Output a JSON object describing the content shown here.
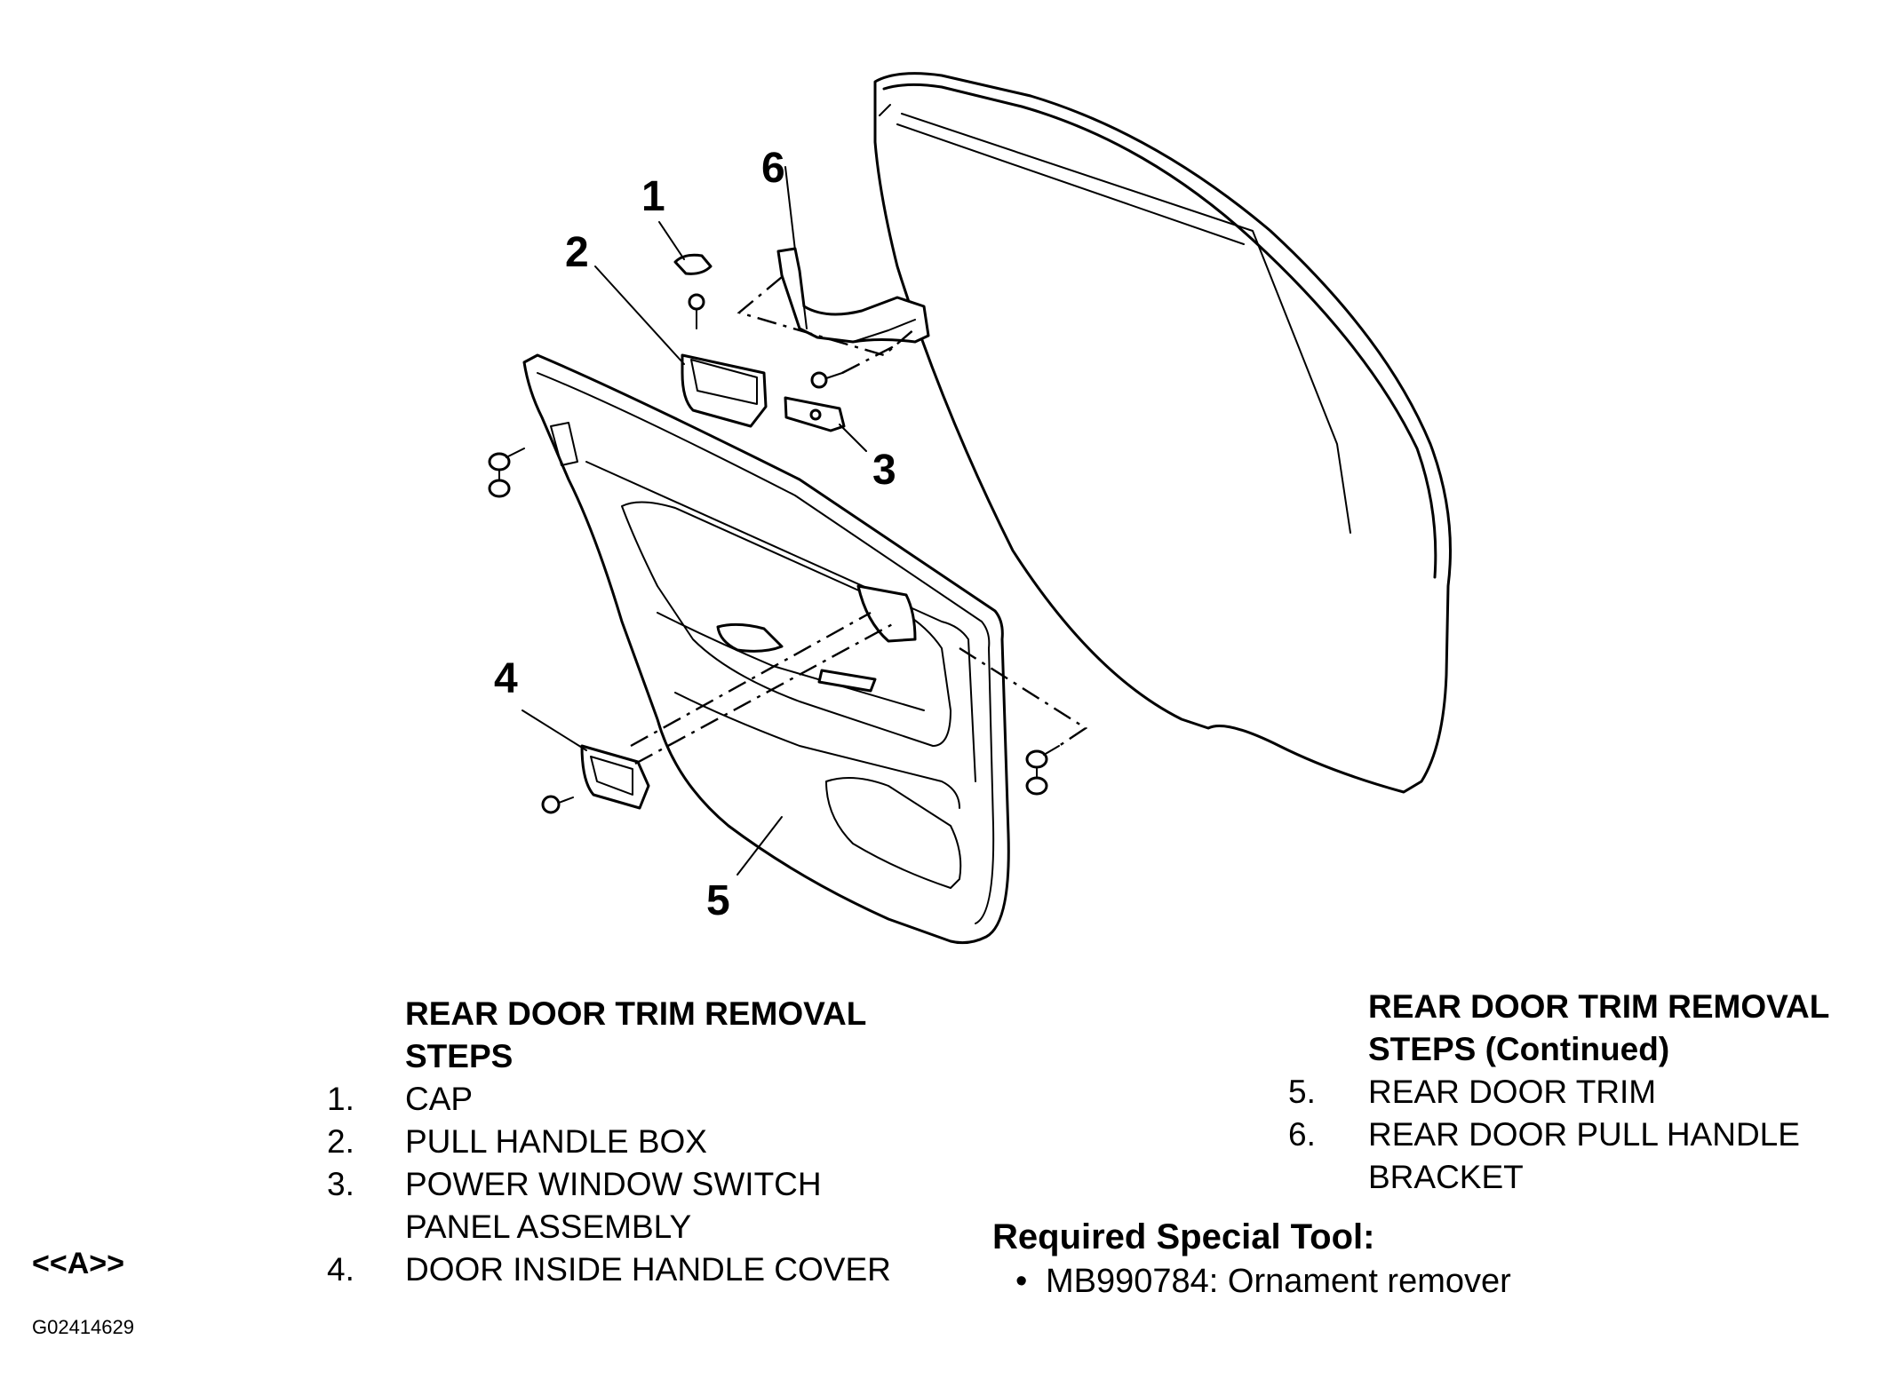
{
  "callouts": [
    "1",
    "2",
    "3",
    "4",
    "5",
    "6"
  ],
  "left_steps": {
    "heading_line1": "REAR DOOR TRIM REMOVAL",
    "heading_line2": "STEPS",
    "items": [
      {
        "num": "1.",
        "text": "CAP"
      },
      {
        "num": "2.",
        "text": "PULL HANDLE BOX"
      },
      {
        "num": "3.",
        "text": "POWER WINDOW SWITCH",
        "text2": "PANEL ASSEMBLY"
      },
      {
        "num": "4.",
        "text": "DOOR INSIDE HANDLE COVER"
      }
    ]
  },
  "right_steps": {
    "heading_line1": "REAR DOOR TRIM REMOVAL",
    "heading_line2": "STEPS (Continued)",
    "items": [
      {
        "num": "5.",
        "text": "REAR DOOR TRIM"
      },
      {
        "num": "6.",
        "text": "REAR DOOR PULL HANDLE",
        "text2": "BRACKET"
      }
    ]
  },
  "special_tool": {
    "title": "Required Special Tool:",
    "bullet": "•",
    "item": "MB990784: Ornament remover"
  },
  "reference_mark": "<<A>>",
  "figure_id": "G02414629"
}
